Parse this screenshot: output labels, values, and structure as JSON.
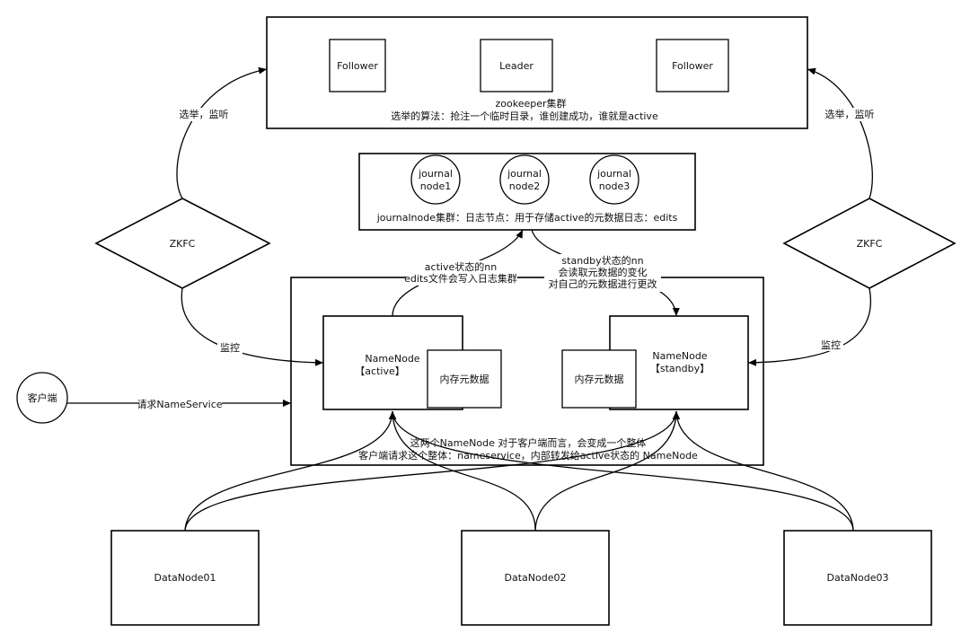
{
  "zookeeper": {
    "follower_left": "Follower",
    "leader": "Leader",
    "follower_right": "Follower",
    "caption_line1": "zookeeper集群",
    "caption_line2": "选举的算法：抢注一个临时目录，谁创建成功，谁就是active"
  },
  "journal": {
    "node1_line1": "journal",
    "node1_line2": "node1",
    "node2_line1": "journal",
    "node2_line2": "node2",
    "node3_line1": "journal",
    "node3_line2": "node3",
    "caption": "journalnode集群：日志节点：用于存储active的元数据日志：edits"
  },
  "zkfc": {
    "left": "ZKFC",
    "right": "ZKFC",
    "elect_left": "选举，监听",
    "elect_right": "选举，监听",
    "monitor_left": "监控",
    "monitor_right": "监控"
  },
  "active_note": {
    "line1": "active状态的nn",
    "line2": "edits文件会写入日志集群"
  },
  "standby_note": {
    "line1": "standby状态的nn",
    "line2": "会读取元数据的变化",
    "line3": "对自己的元数据进行更改"
  },
  "namenodes": {
    "active_line1": "NameNode",
    "active_line2": "【active】",
    "active_memory": "内存元数据",
    "standby_line1": "NameNode",
    "standby_line2": "【standby】",
    "standby_memory": "内存元数据"
  },
  "nameservice_note": {
    "line1": "这两个NameNode 对于客户端而言，会变成一个整体",
    "line2": "客户端请求这个整体：nameservice，内部转发给active状态的 NameNode"
  },
  "client": {
    "label": "客户端",
    "request": "请求NameService"
  },
  "datanodes": {
    "dn1": "DataNode01",
    "dn2": "DataNode02",
    "dn3": "DataNode03"
  }
}
